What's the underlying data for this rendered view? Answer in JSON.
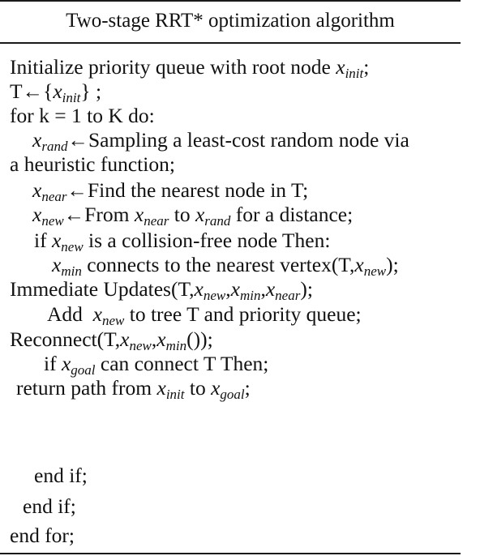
{
  "title": "Two-stage RRT* optimization algorithm",
  "lines": [
    {
      "parts": [
        "Initialize priority queue with root node ",
        "x",
        "init",
        ";"
      ]
    },
    {
      "parts": [
        "T←{",
        "x",
        "init",
        "} ;"
      ]
    },
    {
      "parts": [
        "for k = 1 to K do:"
      ]
    },
    {
      "parts": [
        "x",
        "rand",
        "←Sampling a least-cost random node via"
      ]
    },
    {
      "parts": [
        "a heuristic function;"
      ]
    },
    {
      "parts": [
        "x",
        "near",
        "←Find the nearest node in T;"
      ]
    },
    {
      "parts": [
        "x",
        "new",
        "←From ",
        "x",
        "near",
        " to ",
        "x",
        "rand",
        " for a distance;"
      ]
    },
    {
      "parts": [
        "if ",
        "x",
        "new",
        " is a collision-free node Then:"
      ]
    },
    {
      "parts": [
        "x",
        "min",
        " connects to the nearest vertex(T,",
        "x",
        "new",
        ");"
      ]
    },
    {
      "parts": [
        "Immediate Updates(T,",
        "x",
        "new",
        ",",
        "x",
        "min",
        ",",
        "x",
        "near",
        ");"
      ]
    },
    {
      "parts": [
        "Add  ",
        "x",
        "new",
        " to tree T and priority queue;"
      ]
    },
    {
      "parts": [
        "Reconnect(T,",
        "x",
        "new",
        ",",
        "x",
        "min",
        "());"
      ]
    },
    {
      "parts": [
        "if ",
        "x",
        "goal",
        " can connect T Then;"
      ]
    },
    {
      "parts": [
        "return path from ",
        "x",
        "init",
        " to ",
        "x",
        "goal",
        ";"
      ]
    },
    {
      "parts": [
        "end if;"
      ]
    },
    {
      "parts": [
        "end if;"
      ]
    },
    {
      "parts": [
        "end for;"
      ]
    }
  ]
}
